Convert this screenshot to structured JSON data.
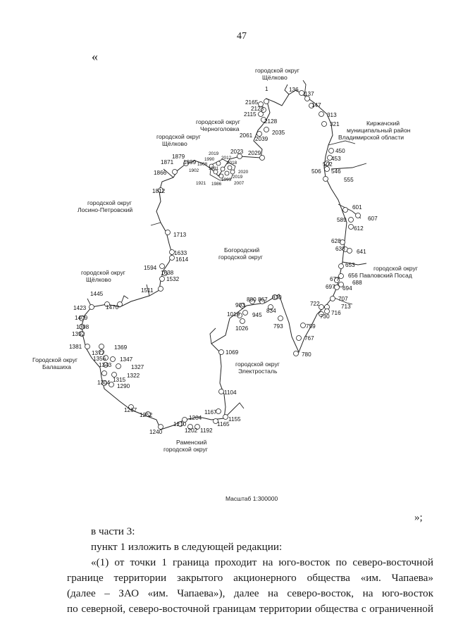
{
  "page_number": "47",
  "open_quote": "«",
  "close_quote": "»;",
  "scale_label": "Масштаб 1:300000",
  "region_labels": [
    {
      "id": "schelkovo-top",
      "lines": [
        "городской округ",
        "Щёлково"
      ]
    },
    {
      "id": "chernogolovka",
      "lines": [
        "городской округ",
        "Черноголовка"
      ]
    },
    {
      "id": "kirzhach",
      "lines": [
        "Киржачский",
        "муниципальный район",
        "Владимирской области"
      ]
    },
    {
      "id": "schelkovo-mid",
      "lines": [
        "городской округ",
        "Щёлково"
      ]
    },
    {
      "id": "losino",
      "lines": [
        "городской округ",
        "Лосино-Петровский"
      ]
    },
    {
      "id": "bogorodsky",
      "lines": [
        "Богородский",
        "городской округ"
      ]
    },
    {
      "id": "pavlovsky",
      "lines": [
        "городской округ",
        "Павловский Посад"
      ]
    },
    {
      "id": "schelkovo-low",
      "lines": [
        "городской округ",
        "Щёлково"
      ]
    },
    {
      "id": "balashikha",
      "lines": [
        "Городской округ",
        "Балашиха"
      ]
    },
    {
      "id": "elektrostal",
      "lines": [
        "городской округ",
        "Электросталь"
      ]
    },
    {
      "id": "ramensky",
      "lines": [
        "Раменский",
        "городской округ"
      ]
    }
  ],
  "points": [
    "1",
    "136",
    "137",
    "147",
    "2165",
    "2123",
    "2115",
    "2128",
    "313",
    "321",
    "2061",
    "2039",
    "2035",
    "450",
    "453",
    "502",
    "506",
    "546",
    "555",
    "2023",
    "2029",
    "2019",
    "1990",
    "1908",
    "1981",
    "1902",
    "1921",
    "2012",
    "2018",
    "2020",
    "2019",
    "1993",
    "2007",
    "1986",
    "1879",
    "1871",
    "1899",
    "1866",
    "1812",
    "601",
    "607",
    "589",
    "612",
    "1713",
    "628",
    "638",
    "641",
    "1633",
    "1614",
    "653",
    "656",
    "1594",
    "1638",
    "677",
    "688",
    "1532",
    "697",
    "694",
    "1511",
    "707",
    "830",
    "880",
    "867",
    "903",
    "834",
    "722",
    "713",
    "1019",
    "945",
    "730",
    "716",
    "1445",
    "1470",
    "1423",
    "1026",
    "793",
    "759",
    "1409",
    "1398",
    "1392",
    "767",
    "1381",
    "1369",
    "780",
    "1377",
    "1356",
    "1347",
    "1069",
    "1343",
    "1327",
    "1315",
    "1322",
    "1304",
    "1290",
    "1104",
    "1267",
    "1252",
    "1167",
    "1155",
    "1204",
    "1165",
    "1210",
    "1202",
    "1192",
    "1240"
  ],
  "paragraphs": {
    "intro": "в части 3:",
    "item": "пункт 1 изложить в следующей редакции:",
    "body_lines": [
      "«(1) от точки 1 граница проходит на юго-восток по северо-восточной",
      "границе территории закрытого акционерного общества «им. Чапаева»",
      "(далее – ЗАО «им. Чапаева»), далее на северо-восток, на юго-восток",
      "по северной, северо-восточной границам территории общества с ограниченной"
    ]
  }
}
